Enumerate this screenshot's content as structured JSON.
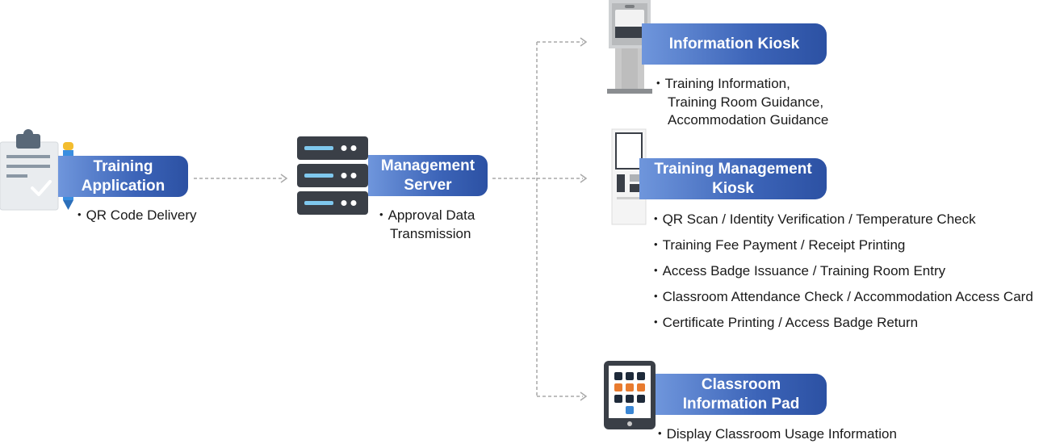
{
  "nodes": {
    "training_application": {
      "title_line1": "Training",
      "title_line2": "Application",
      "notes": [
        "QR Code Delivery"
      ]
    },
    "management_server": {
      "title_line1": "Management",
      "title_line2": "Server",
      "notes_line1": "Approval Data",
      "notes_line2": "Transmission"
    },
    "information_kiosk": {
      "title": "Information Kiosk",
      "notes_line1": "Training Information,",
      "notes_line2": "Training Room Guidance,",
      "notes_line3": "Accommodation Guidance"
    },
    "training_management_kiosk": {
      "title_line1": "Training Management",
      "title_line2": "Kiosk",
      "notes": [
        "QR Scan / Identity Verification / Temperature Check",
        "Training Fee Payment / Receipt Printing",
        "Access Badge Issuance / Training Room Entry",
        "Classroom Attendance Check / Accommodation Access Card",
        "Certificate Printing / Access Badge Return"
      ]
    },
    "classroom_information_pad": {
      "title_line1": "Classroom",
      "title_line2": "Information Pad",
      "notes": [
        "Display Classroom Usage Information"
      ]
    }
  },
  "bullet": "•",
  "colors": {
    "label_gradient_start": "#6f96dc",
    "label_gradient_end": "#2c51a3",
    "connector": "#a9a9a9",
    "server_body": "#3a3f47",
    "server_light": "#7fc8ee",
    "kiosk_gray": "#c9c9c9",
    "pad_orange": "#e87b2f",
    "pad_blue": "#3a86d4"
  },
  "icons": {
    "application": "clipboard-pencil-icon",
    "server": "server-rack-icon",
    "info_kiosk": "information-kiosk-icon",
    "management_kiosk": "self-service-kiosk-icon",
    "pad": "tablet-icon"
  }
}
